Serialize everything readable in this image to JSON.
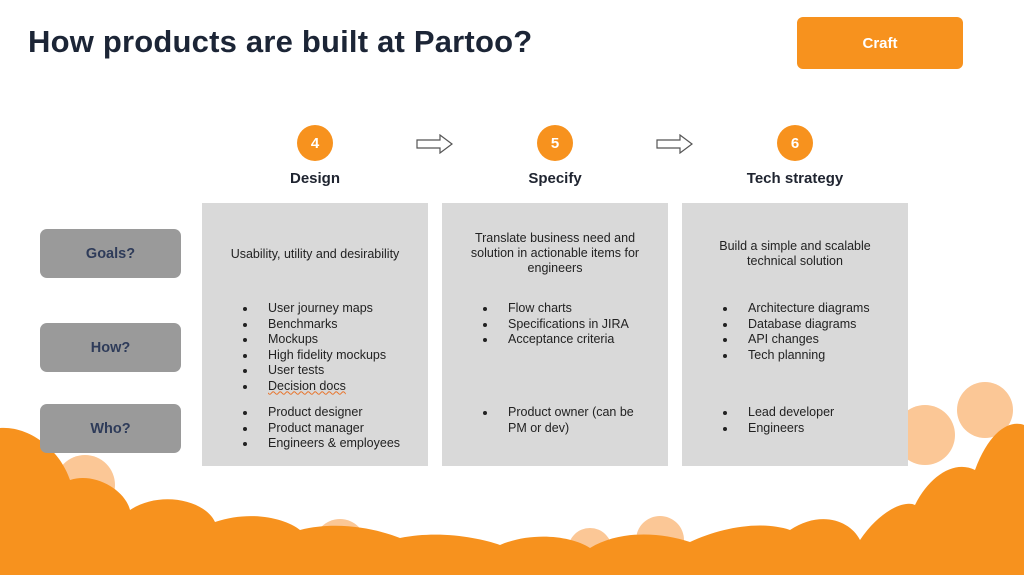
{
  "title": "How products are built at Partoo?",
  "tag": "Craft",
  "row_labels": [
    "Goals?",
    "How?",
    "Who?"
  ],
  "phases": [
    {
      "number": "4",
      "name": "Design",
      "goal": "Usability, utility and desirability",
      "how": [
        "User journey maps",
        "Benchmarks",
        "Mockups",
        "High fidelity mockups",
        "User tests",
        "Decision docs"
      ],
      "who": [
        "Product designer",
        "Product manager",
        "Engineers & employees"
      ]
    },
    {
      "number": "5",
      "name": "Specify",
      "goal": "Translate business need and solution in actionable items for engineers",
      "how": [
        "Flow charts",
        "Specifications in JIRA",
        "Acceptance criteria"
      ],
      "who": [
        "Product owner (can be PM or dev)"
      ]
    },
    {
      "number": "6",
      "name": "Tech strategy",
      "goal": "Build a simple and scalable technical solution",
      "how": [
        "Architecture diagrams",
        "Database diagrams",
        "API changes",
        "Tech planning"
      ],
      "who": [
        "Lead developer",
        "Engineers"
      ]
    }
  ],
  "colors": {
    "accent": "#f7921e",
    "accent_light": "#fbc796",
    "card": "#d9d9d9",
    "label_bg": "#9a9a9a",
    "label_text": "#2e3b59"
  }
}
